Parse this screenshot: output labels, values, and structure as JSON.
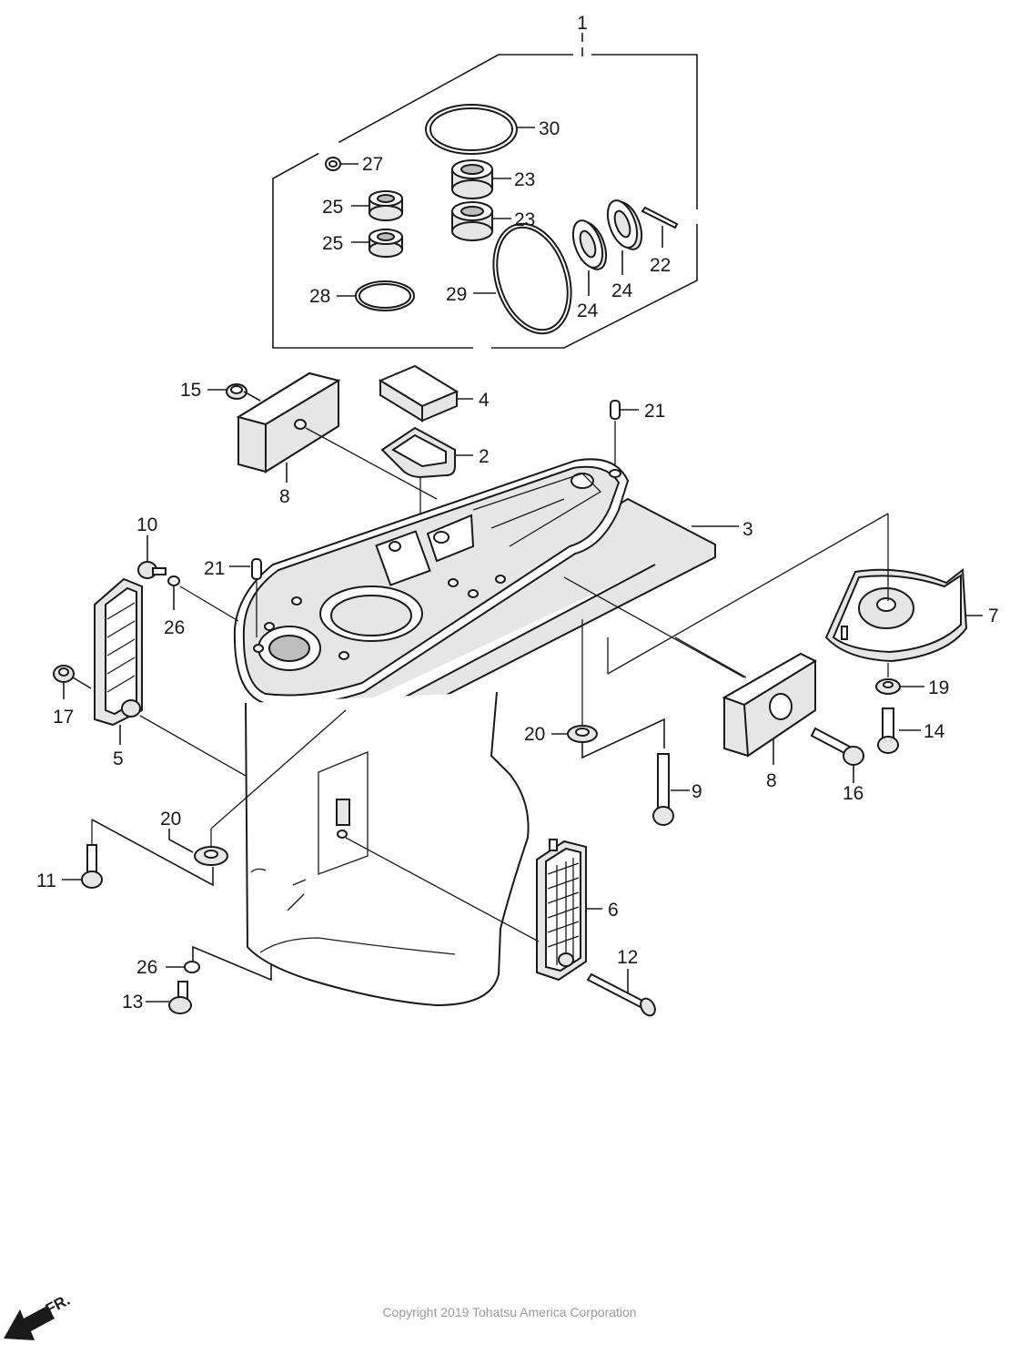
{
  "callouts": {
    "c1": "1",
    "c2": "2",
    "c3": "3",
    "c4": "4",
    "c5": "5",
    "c6": "6",
    "c7": "7",
    "c8a": "8",
    "c8b": "8",
    "c9": "9",
    "c10": "10",
    "c11": "11",
    "c12": "12",
    "c13": "13",
    "c14": "14",
    "c15": "15",
    "c16": "16",
    "c17": "17",
    "c19": "19",
    "c20a": "20",
    "c20b": "20",
    "c21a": "21",
    "c21b": "21",
    "c22": "22",
    "c23a": "23",
    "c23b": "23",
    "c24a": "24",
    "c24b": "24",
    "c25a": "25",
    "c25b": "25",
    "c26a": "26",
    "c26b": "26",
    "c27": "27",
    "c28": "28",
    "c29": "29",
    "c30": "30"
  },
  "footer": {
    "copyright": "Copyright 2019 Tohatsu America Corporation",
    "direction": "FR."
  }
}
